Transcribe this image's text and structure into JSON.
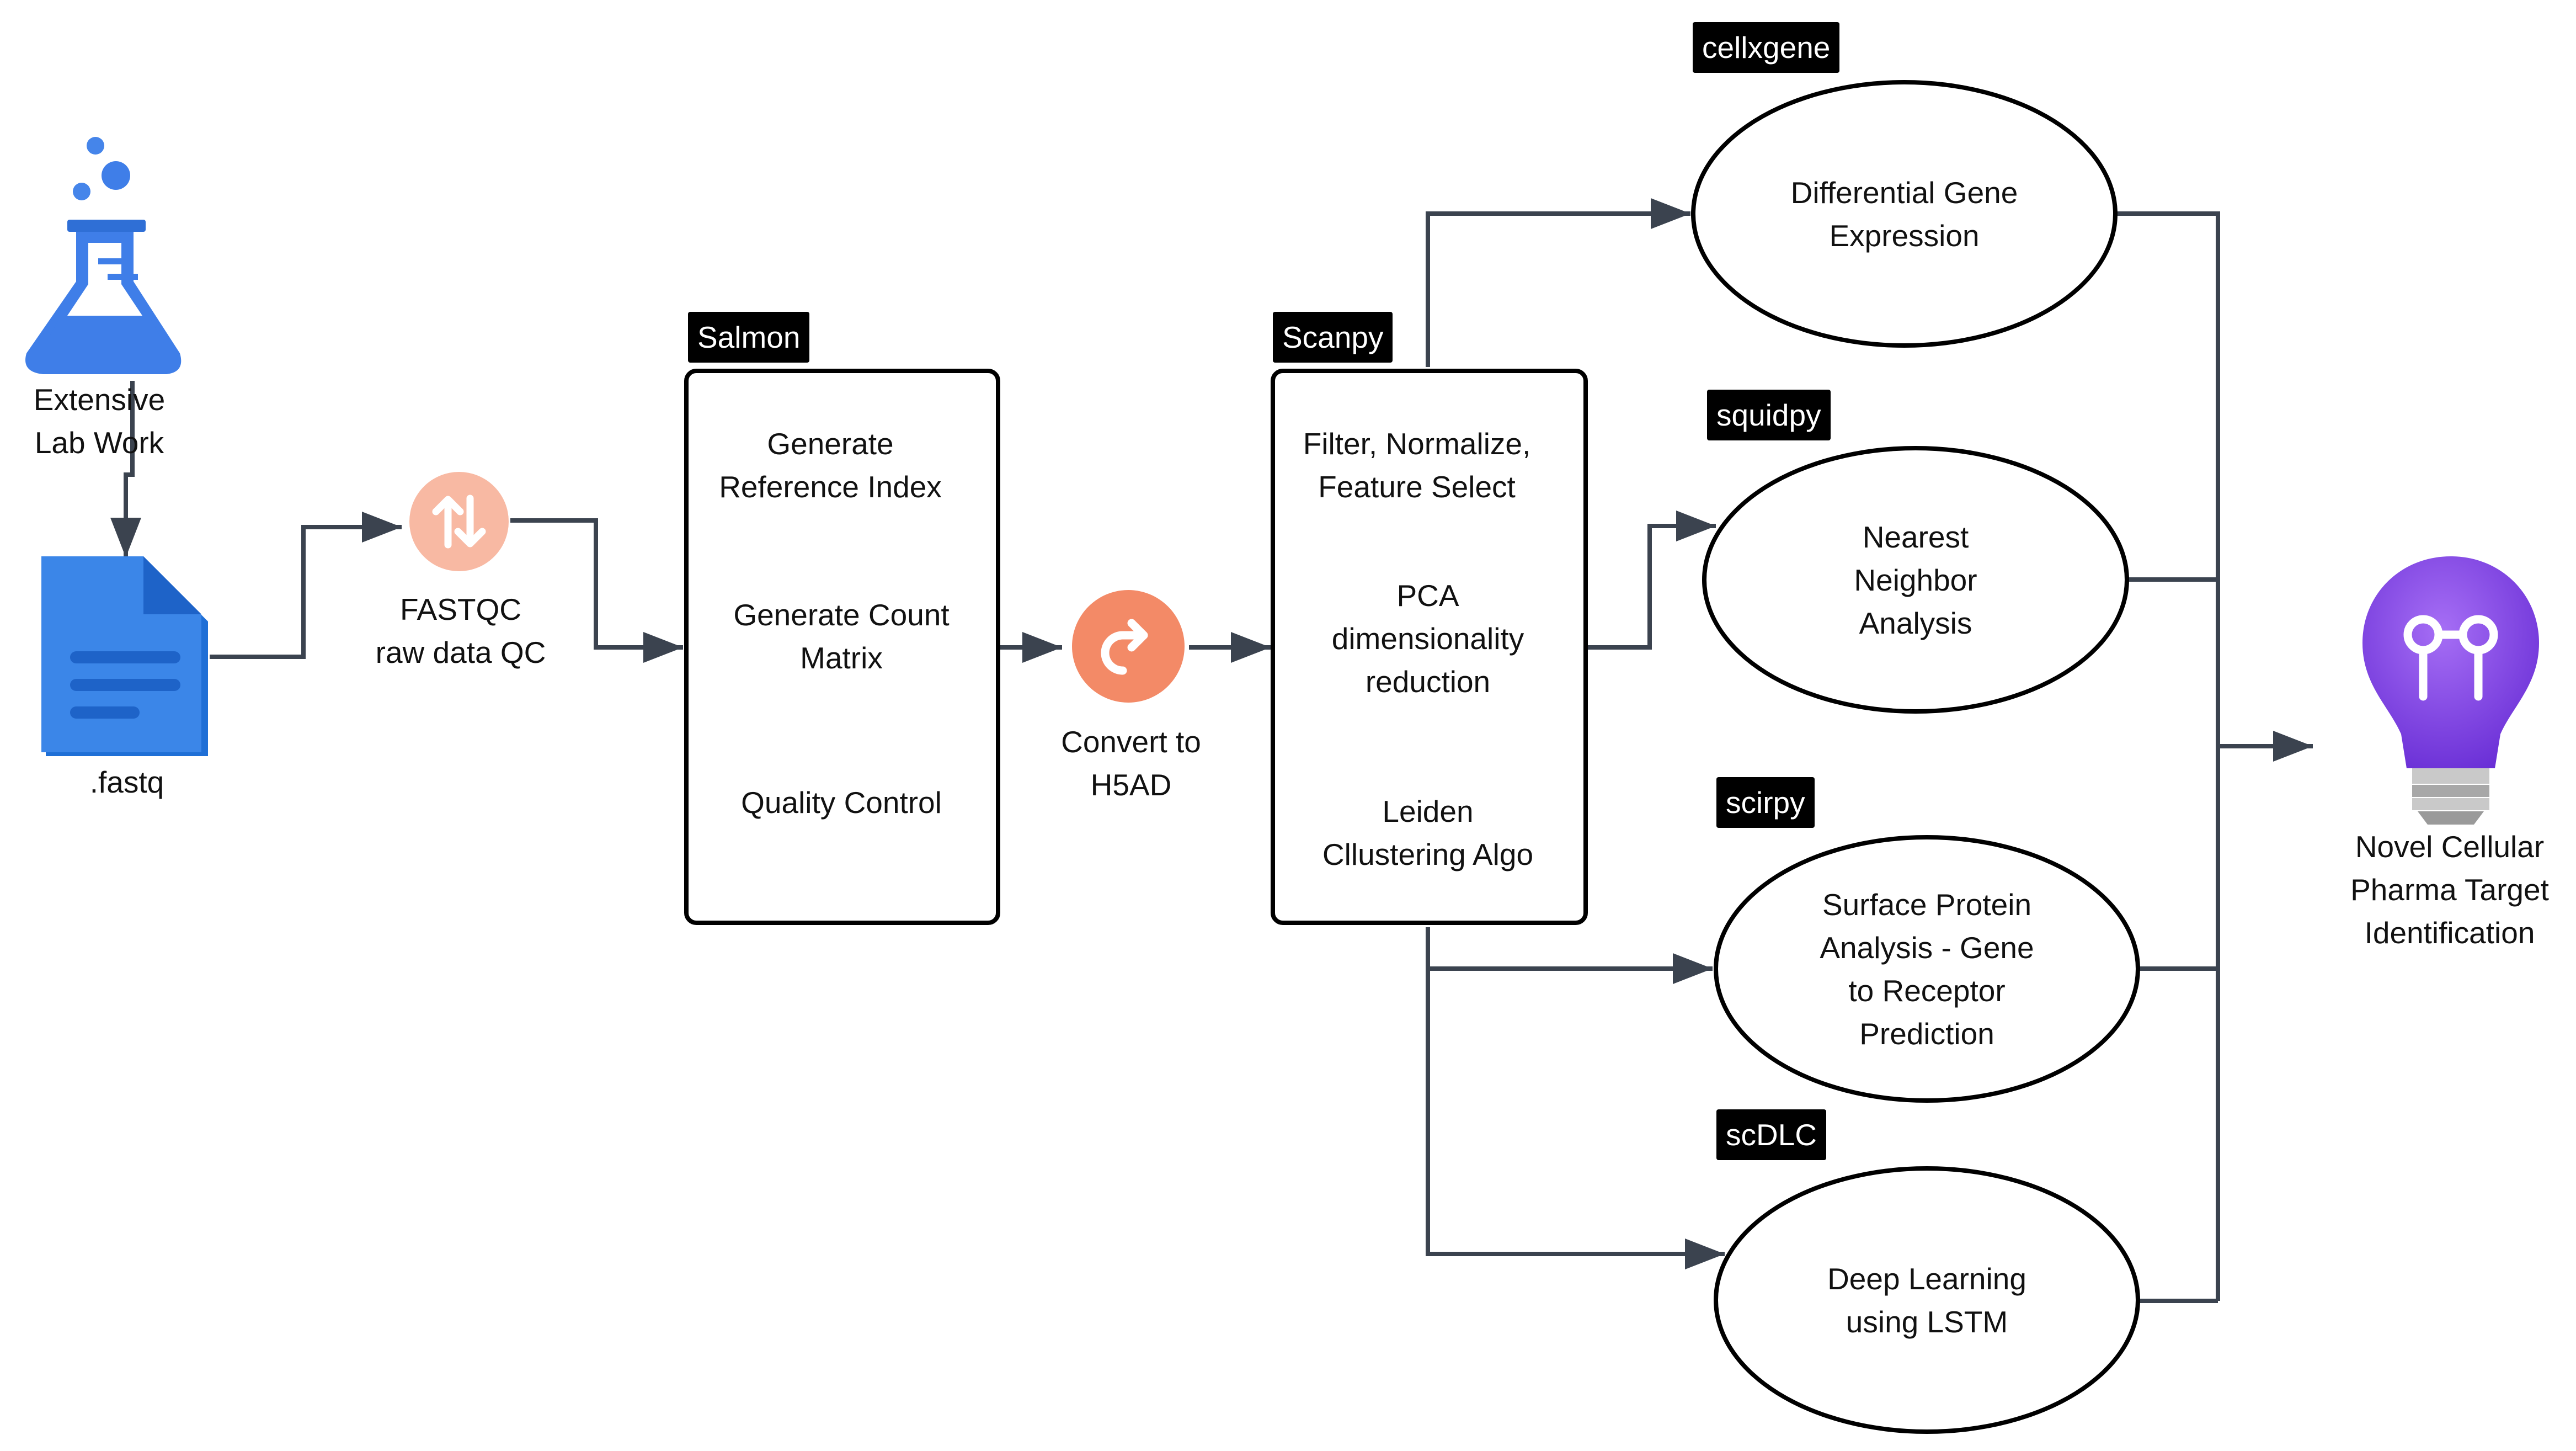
{
  "lab": {
    "icon": "flask-icon",
    "label": "Extensive\nLab Work"
  },
  "fastq": {
    "icon": "document-icon",
    "label": ".fastq"
  },
  "fastqc": {
    "icon": "transfer-arrows-icon",
    "label": "FASTQC\nraw data QC"
  },
  "salmon": {
    "tag": "Salmon",
    "steps": [
      "Generate\nReference Index",
      "Generate Count\nMatrix",
      "Quality Control"
    ]
  },
  "convert": {
    "icon": "redo-arrow-icon",
    "label": "Convert to\nH5AD"
  },
  "scanpy": {
    "tag": "Scanpy",
    "steps": [
      "Filter, Normalize,\nFeature Select",
      "PCA\ndimensionality\nreduction",
      "Leiden\nCllustering Algo"
    ]
  },
  "analyses": [
    {
      "tag": "cellxgene",
      "label": "Differential Gene\nExpression"
    },
    {
      "tag": "squidpy",
      "label": "Nearest\nNeighbor\nAnalysis"
    },
    {
      "tag": "scirpy",
      "label": "Surface Protein\nAnalysis - Gene\nto Receptor\nPrediction"
    },
    {
      "tag": "scDLC",
      "label": "Deep Learning\nusing LSTM"
    }
  ],
  "result": {
    "icon": "lightbulb-icon",
    "label": "Novel Cellular\nPharma Target\nIdentification"
  },
  "colors": {
    "connector": "#3b434f",
    "flask": "#3f7ee8",
    "document": "#3a86e8",
    "fastqc_icon": "#f8b9a3",
    "convert_icon": "#f38a67",
    "bulb": "#8a4fe6"
  }
}
